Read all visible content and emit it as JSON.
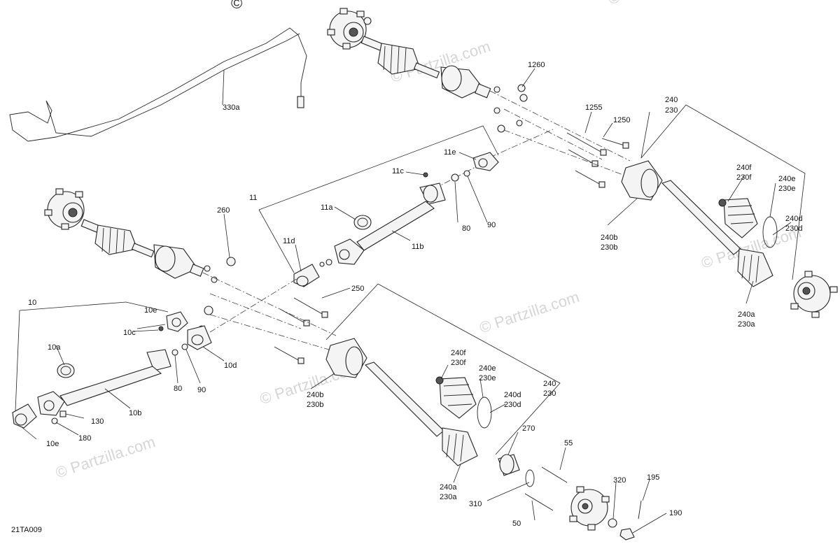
{
  "diagram": {
    "code": "21TA009",
    "watermark": "© Partzilla.com",
    "top_mark": "©",
    "labels": {
      "l330a": "330a",
      "l1260": "1260",
      "l1255": "1255",
      "l1250": "1250",
      "l240_top": "240",
      "l230_top": "230",
      "l11e_top": "11e",
      "l11c_top": "11c",
      "l11": "11",
      "l260": "260",
      "l11a": "11a",
      "l80_top": "80",
      "l90_top": "90",
      "l11d_top": "11d",
      "l11b": "11b",
      "l240f_top": "240f",
      "l230f_top": "230f",
      "l240e_top": "240e",
      "l230e_top": "230e",
      "l240d_top": "240d",
      "l230d_top": "230d",
      "l240b_top": "240b",
      "l230b_top": "230b",
      "l240a_top": "240a",
      "l230a_top": "230a",
      "l250": "250",
      "l10": "10",
      "l10e_mid": "10e",
      "l10c": "10c",
      "l10a": "10a",
      "l10d": "10d",
      "l80_bot": "80",
      "l90_bot": "90",
      "l10b": "10b",
      "l130": "130",
      "l180": "180",
      "l10e_bot": "10e",
      "l240b_bot": "240b",
      "l230b_bot": "230b",
      "l240f_bot": "240f",
      "l230f_bot": "230f",
      "l240e_bot": "240e",
      "l230e_bot": "230e",
      "l240d_bot": "240d",
      "l230d_bot": "230d",
      "l240_bot": "240",
      "l230_bot": "230",
      "l270": "270",
      "l55": "55",
      "l240a_bot": "240a",
      "l230a_bot": "230a",
      "l310": "310",
      "l50": "50",
      "l320": "320",
      "l195": "195",
      "l190": "190"
    }
  }
}
